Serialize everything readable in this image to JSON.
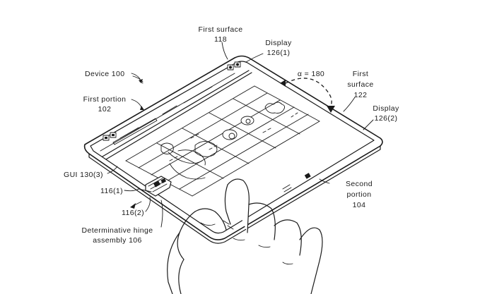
{
  "labels": {
    "first_surface_top": "First surface",
    "first_surface_top_num": "118",
    "display_top": "Display",
    "display_top_num": "126(1)",
    "device": "Device 100",
    "alpha": "α = 180",
    "first_surface_right": "First",
    "first_surface_right_2": "surface",
    "first_surface_right_num": "122",
    "first_portion": "First portion",
    "first_portion_num": "102",
    "display_right": "Display",
    "display_right_num": "126(2)",
    "gui": "GUI 130(3)",
    "hinge_1": "116(1)",
    "hinge_2": "116(2)",
    "second_portion": "Second",
    "second_portion_2": "portion",
    "second_portion_num": "104",
    "det_hinge": "Determinative hinge",
    "det_hinge_2": "assembly 106"
  }
}
